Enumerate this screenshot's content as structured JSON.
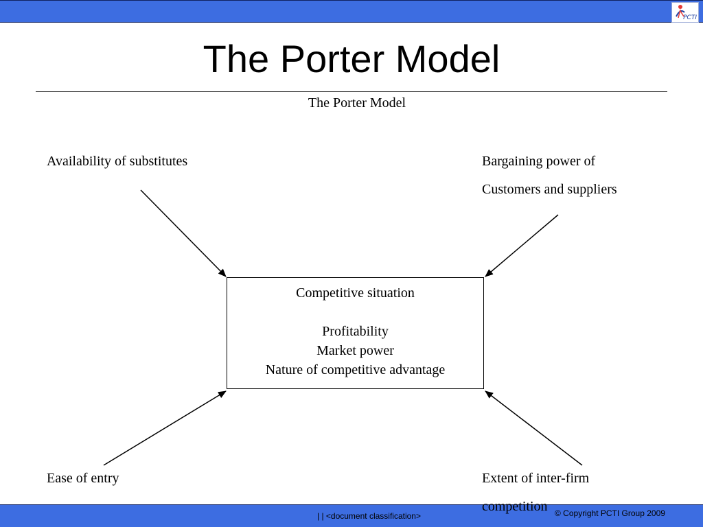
{
  "slide": {
    "title": "The Porter Model",
    "subtitle": "The Porter Model",
    "logo_text": "PCTI"
  },
  "diagram": {
    "top_left": "Availability of substitutes",
    "top_right_line1": "Bargaining power of",
    "top_right_line2": "Customers and suppliers",
    "bottom_left": "Ease of entry",
    "bottom_right_line1": "Extent of inter-firm",
    "bottom_right_line2": "competition",
    "center": {
      "line1": "Competitive situation",
      "line2": "Profitability",
      "line3": "Market power",
      "line4": "Nature of competitive advantage"
    }
  },
  "footer": {
    "classification": "|   | <document classification>",
    "copyright": "© Copyright  PCTI Group 2009"
  },
  "colors": {
    "bar": "#3d6de1",
    "bar_border": "#10215e"
  }
}
